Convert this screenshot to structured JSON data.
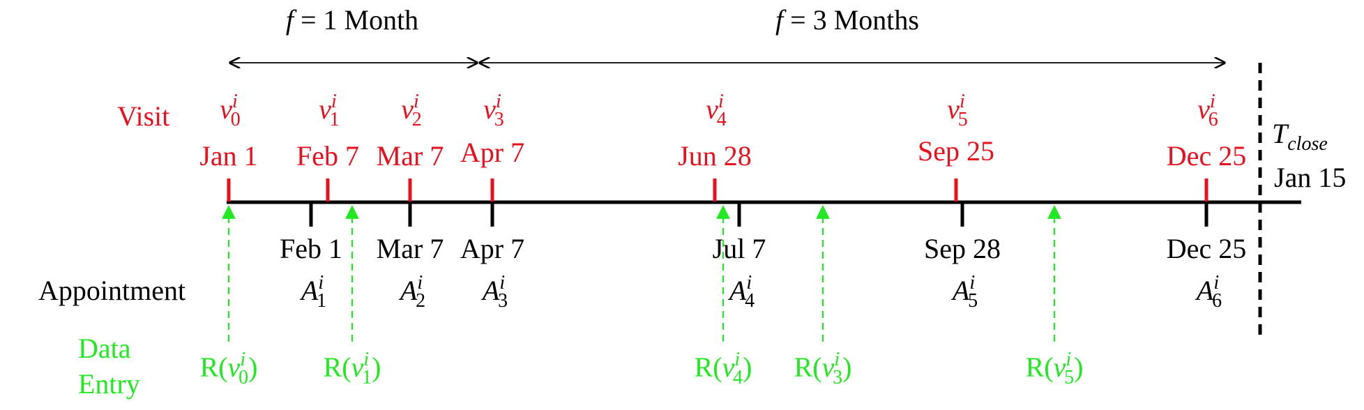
{
  "colors": {
    "visit": "#e8101c",
    "appointment": "#000000",
    "data_entry": "#22e822",
    "axis": "#000000"
  },
  "periods": [
    {
      "var": "f",
      "eq": " = 1 Month"
    },
    {
      "var": "f",
      "eq": " = 3 Months"
    }
  ],
  "row_labels": {
    "visit": "Visit",
    "appointment": "Appointment",
    "data_entry_line1": "Data",
    "data_entry_line2": "Entry"
  },
  "visits": [
    {
      "sym": "v",
      "sub": "0",
      "sup": "i",
      "date": "Jan 1"
    },
    {
      "sym": "v",
      "sub": "1",
      "sup": "i",
      "date": "Feb 7"
    },
    {
      "sym": "v",
      "sub": "2",
      "sup": "i",
      "date": "Mar 7"
    },
    {
      "sym": "v",
      "sub": "3",
      "sup": "i",
      "date": "Apr 7"
    },
    {
      "sym": "v",
      "sub": "4",
      "sup": "i",
      "date": "Jun 28"
    },
    {
      "sym": "v",
      "sub": "5",
      "sup": "i",
      "date": "Sep 25"
    },
    {
      "sym": "v",
      "sub": "6",
      "sup": "i",
      "date": "Dec 25"
    }
  ],
  "appointments": [
    {
      "sym": "A",
      "sub": "1",
      "sup": "i",
      "date": "Feb 1"
    },
    {
      "sym": "A",
      "sub": "2",
      "sup": "i",
      "date": "Mar 7"
    },
    {
      "sym": "A",
      "sub": "3",
      "sup": "i",
      "date": "Apr 7"
    },
    {
      "sym": "A",
      "sub": "4",
      "sup": "i",
      "date": "Jul 7"
    },
    {
      "sym": "A",
      "sub": "5",
      "sup": "i",
      "date": "Sep 28"
    },
    {
      "sym": "A",
      "sub": "6",
      "sup": "i",
      "date": "Dec 25"
    }
  ],
  "data_entries": [
    {
      "pre": "R(",
      "sym": "v",
      "sub": "0",
      "sup": "i",
      "post": ")"
    },
    {
      "pre": "R(",
      "sym": "v",
      "sub": "1",
      "sup": "i",
      "post": ")"
    },
    {
      "pre": "R(",
      "sym": "v",
      "sub": "4",
      "sup": "i",
      "post": ")"
    },
    {
      "pre": "R(",
      "sym": "v",
      "sub": "3",
      "sup": "i",
      "post": ")"
    },
    {
      "pre": "R(",
      "sym": "v",
      "sub": "5",
      "sup": "i",
      "post": ")"
    }
  ],
  "close": {
    "sym": "T",
    "sub": "close",
    "date": "Jan 15"
  }
}
